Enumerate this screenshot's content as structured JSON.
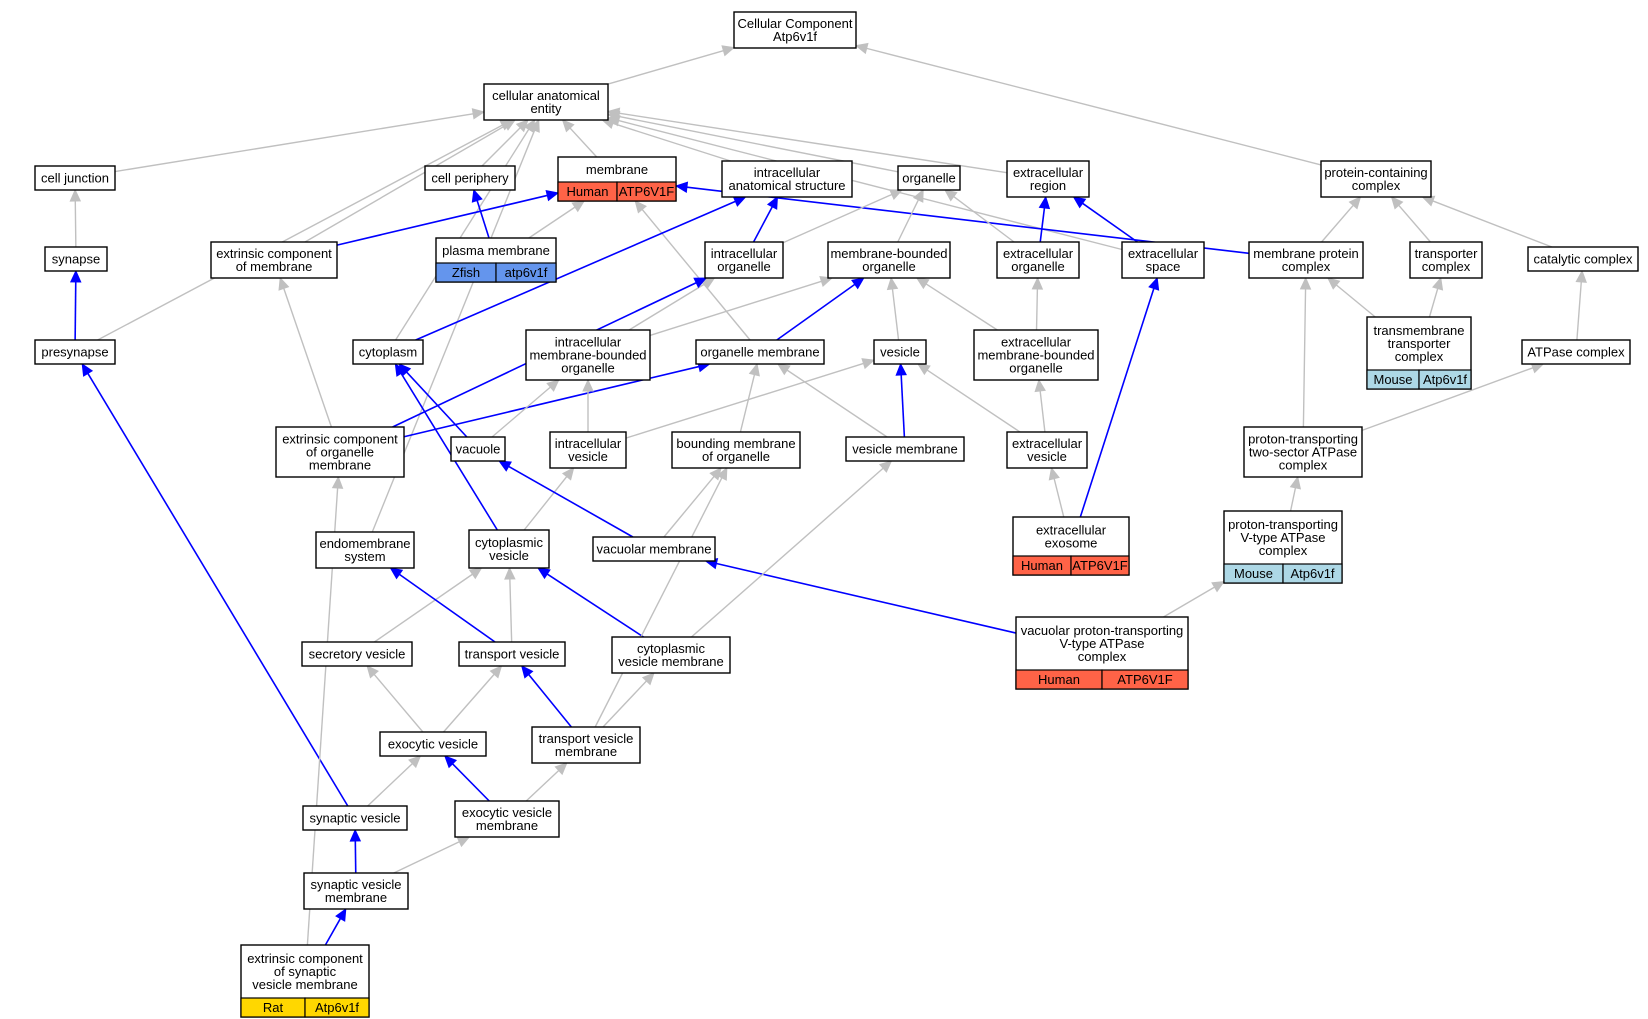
{
  "colors": {
    "gray_edge": "#c0c0c0",
    "blue_edge": "#0000ff",
    "human": "#ff6347",
    "mouse": "#add8e6",
    "zfish": "#6495ed",
    "rat": "#ffd700"
  },
  "nodes": [
    {
      "id": "root",
      "lines": [
        "Cellular Component",
        "Atp6v1f"
      ]
    },
    {
      "id": "cae",
      "lines": [
        "cellular anatomical",
        "entity"
      ]
    },
    {
      "id": "celljunction",
      "lines": [
        "cell junction"
      ]
    },
    {
      "id": "cellperiphery",
      "lines": [
        "cell periphery"
      ]
    },
    {
      "id": "membrane",
      "lines": [
        "membrane"
      ],
      "annot": {
        "left": "Human",
        "right": "ATP6V1F",
        "color": "#ff6347"
      }
    },
    {
      "id": "ias",
      "lines": [
        "intracellular",
        "anatomical structure"
      ]
    },
    {
      "id": "organelle",
      "lines": [
        "organelle"
      ]
    },
    {
      "id": "ecregion",
      "lines": [
        "extracellular",
        "region"
      ]
    },
    {
      "id": "pcc",
      "lines": [
        "protein-containing",
        "complex"
      ]
    },
    {
      "id": "synapse",
      "lines": [
        "synapse"
      ]
    },
    {
      "id": "ecm",
      "lines": [
        "extrinsic component",
        "of membrane"
      ]
    },
    {
      "id": "plasmamem",
      "lines": [
        "plasma membrane"
      ],
      "annot": {
        "left": "Zfish",
        "right": "atp6v1f",
        "color": "#6495ed"
      }
    },
    {
      "id": "intorg",
      "lines": [
        "intracellular",
        "organelle"
      ]
    },
    {
      "id": "mbo",
      "lines": [
        "membrane-bounded",
        "organelle"
      ]
    },
    {
      "id": "ecorg",
      "lines": [
        "extracellular",
        "organelle"
      ]
    },
    {
      "id": "ecspace",
      "lines": [
        "extracellular",
        "space"
      ]
    },
    {
      "id": "mpc",
      "lines": [
        "membrane protein",
        "complex"
      ]
    },
    {
      "id": "transporter",
      "lines": [
        "transporter",
        "complex"
      ]
    },
    {
      "id": "catalytic",
      "lines": [
        "catalytic complex"
      ]
    },
    {
      "id": "tmtc",
      "lines": [
        "transmembrane",
        "transporter",
        "complex"
      ],
      "annot": {
        "left": "Mouse",
        "right": "Atp6v1f",
        "color": "#add8e6"
      }
    },
    {
      "id": "presynapse",
      "lines": [
        "presynapse"
      ]
    },
    {
      "id": "cytoplasm",
      "lines": [
        "cytoplasm"
      ]
    },
    {
      "id": "imbo",
      "lines": [
        "intracellular",
        "membrane-bounded",
        "organelle"
      ]
    },
    {
      "id": "orgmem",
      "lines": [
        "organelle membrane"
      ]
    },
    {
      "id": "vesicle",
      "lines": [
        "vesicle"
      ]
    },
    {
      "id": "embo",
      "lines": [
        "extracellular",
        "membrane-bounded",
        "organelle"
      ]
    },
    {
      "id": "atpase",
      "lines": [
        "ATPase complex"
      ]
    },
    {
      "id": "ecom",
      "lines": [
        "extrinsic component",
        "of organelle",
        "membrane"
      ]
    },
    {
      "id": "vacuole",
      "lines": [
        "vacuole"
      ]
    },
    {
      "id": "intves",
      "lines": [
        "intracellular",
        "vesicle"
      ]
    },
    {
      "id": "bmo",
      "lines": [
        "bounding membrane",
        "of organelle"
      ]
    },
    {
      "id": "vesmem",
      "lines": [
        "vesicle membrane"
      ]
    },
    {
      "id": "ecves",
      "lines": [
        "extracellular",
        "vesicle"
      ]
    },
    {
      "id": "pttatp",
      "lines": [
        "proton-transporting",
        "two-sector ATPase",
        "complex"
      ]
    },
    {
      "id": "exosome",
      "lines": [
        "extracellular",
        "exosome"
      ],
      "annot": {
        "left": "Human",
        "right": "ATP6V1F",
        "color": "#ff6347"
      }
    },
    {
      "id": "pvatp",
      "lines": [
        "proton-transporting",
        "V-type ATPase",
        "complex"
      ],
      "annot": {
        "left": "Mouse",
        "right": "Atp6v1f",
        "color": "#add8e6"
      }
    },
    {
      "id": "endomem",
      "lines": [
        "endomembrane",
        "system"
      ]
    },
    {
      "id": "cytves",
      "lines": [
        "cytoplasmic",
        "vesicle"
      ]
    },
    {
      "id": "vacmem",
      "lines": [
        "vacuolar membrane"
      ]
    },
    {
      "id": "vptatp",
      "lines": [
        "vacuolar proton-transporting",
        "V-type ATPase",
        "complex"
      ],
      "annot": {
        "left": "Human",
        "right": "ATP6V1F",
        "color": "#ff6347"
      }
    },
    {
      "id": "secves",
      "lines": [
        "secretory vesicle"
      ]
    },
    {
      "id": "transves",
      "lines": [
        "transport vesicle"
      ]
    },
    {
      "id": "cvm",
      "lines": [
        "cytoplasmic",
        "vesicle membrane"
      ]
    },
    {
      "id": "exoves",
      "lines": [
        "exocytic vesicle"
      ]
    },
    {
      "id": "tvm",
      "lines": [
        "transport vesicle",
        "membrane"
      ]
    },
    {
      "id": "synves",
      "lines": [
        "synaptic vesicle"
      ]
    },
    {
      "id": "evm",
      "lines": [
        "exocytic vesicle",
        "membrane"
      ]
    },
    {
      "id": "svm",
      "lines": [
        "synaptic vesicle",
        "membrane"
      ]
    },
    {
      "id": "ecsvm",
      "lines": [
        "extrinsic component",
        "of synaptic",
        "vesicle membrane"
      ],
      "annot": {
        "left": "Rat",
        "right": "Atp6v1f",
        "color": "#ffd700"
      }
    }
  ],
  "edges": [
    {
      "from": "cae",
      "to": "root",
      "type": "gray"
    },
    {
      "from": "pcc",
      "to": "root",
      "type": "gray"
    },
    {
      "from": "celljunction",
      "to": "cae",
      "type": "gray"
    },
    {
      "from": "cellperiphery",
      "to": "cae",
      "type": "gray"
    },
    {
      "from": "membrane",
      "to": "cae",
      "type": "gray"
    },
    {
      "from": "ias",
      "to": "cae",
      "type": "gray"
    },
    {
      "from": "organelle",
      "to": "cae",
      "type": "gray"
    },
    {
      "from": "ecregion",
      "to": "cae",
      "type": "gray"
    },
    {
      "from": "ecm",
      "to": "cae",
      "type": "gray"
    },
    {
      "from": "cytoplasm",
      "to": "cae",
      "type": "gray"
    },
    {
      "from": "ecspace",
      "to": "cae",
      "type": "gray"
    },
    {
      "from": "presynapse",
      "to": "cae",
      "type": "gray"
    },
    {
      "from": "endomem",
      "to": "cae",
      "type": "gray"
    },
    {
      "from": "synapse",
      "to": "celljunction",
      "type": "gray"
    },
    {
      "from": "plasmamem",
      "to": "cellperiphery",
      "type": "blue"
    },
    {
      "from": "plasmamem",
      "to": "membrane",
      "type": "gray"
    },
    {
      "from": "ecm",
      "to": "membrane",
      "type": "blue"
    },
    {
      "from": "mpc",
      "to": "membrane",
      "type": "blue"
    },
    {
      "from": "orgmem",
      "to": "membrane",
      "type": "gray"
    },
    {
      "from": "intorg",
      "to": "ias",
      "type": "blue"
    },
    {
      "from": "cytoplasm",
      "to": "ias",
      "type": "blue"
    },
    {
      "from": "intorg",
      "to": "organelle",
      "type": "gray"
    },
    {
      "from": "mbo",
      "to": "organelle",
      "type": "gray"
    },
    {
      "from": "ecorg",
      "to": "organelle",
      "type": "gray"
    },
    {
      "from": "ecorg",
      "to": "ecregion",
      "type": "blue"
    },
    {
      "from": "ecspace",
      "to": "ecregion",
      "type": "blue"
    },
    {
      "from": "mpc",
      "to": "pcc",
      "type": "gray"
    },
    {
      "from": "transporter",
      "to": "pcc",
      "type": "gray"
    },
    {
      "from": "catalytic",
      "to": "pcc",
      "type": "gray"
    },
    {
      "from": "presynapse",
      "to": "synapse",
      "type": "blue"
    },
    {
      "from": "tmtc",
      "to": "transporter",
      "type": "gray"
    },
    {
      "from": "tmtc",
      "to": "mpc",
      "type": "gray"
    },
    {
      "from": "imbo",
      "to": "intorg",
      "type": "gray"
    },
    {
      "from": "ecom",
      "to": "intorg",
      "type": "blue"
    },
    {
      "from": "imbo",
      "to": "mbo",
      "type": "gray"
    },
    {
      "from": "orgmem",
      "to": "mbo",
      "type": "blue"
    },
    {
      "from": "vesicle",
      "to": "mbo",
      "type": "gray"
    },
    {
      "from": "embo",
      "to": "mbo",
      "type": "gray"
    },
    {
      "from": "embo",
      "to": "ecorg",
      "type": "gray"
    },
    {
      "from": "exosome",
      "to": "ecspace",
      "type": "blue"
    },
    {
      "from": "atpase",
      "to": "catalytic",
      "type": "gray"
    },
    {
      "from": "pttatp",
      "to": "mpc",
      "type": "gray"
    },
    {
      "from": "pttatp",
      "to": "atpase",
      "type": "gray"
    },
    {
      "from": "ecom",
      "to": "ecm",
      "type": "gray"
    },
    {
      "from": "ecom",
      "to": "orgmem",
      "type": "blue"
    },
    {
      "from": "vacuole",
      "to": "cytoplasm",
      "type": "blue"
    },
    {
      "from": "vacuole",
      "to": "imbo",
      "type": "gray"
    },
    {
      "from": "intves",
      "to": "imbo",
      "type": "gray"
    },
    {
      "from": "intves",
      "to": "vesicle",
      "type": "gray"
    },
    {
      "from": "bmo",
      "to": "orgmem",
      "type": "gray"
    },
    {
      "from": "vesmem",
      "to": "orgmem",
      "type": "gray"
    },
    {
      "from": "vesmem",
      "to": "vesicle",
      "type": "blue"
    },
    {
      "from": "ecves",
      "to": "vesicle",
      "type": "gray"
    },
    {
      "from": "ecves",
      "to": "embo",
      "type": "gray"
    },
    {
      "from": "exosome",
      "to": "ecves",
      "type": "gray"
    },
    {
      "from": "pvatp",
      "to": "pttatp",
      "type": "gray"
    },
    {
      "from": "cytves",
      "to": "cytoplasm",
      "type": "blue"
    },
    {
      "from": "cytves",
      "to": "intves",
      "type": "gray"
    },
    {
      "from": "vacmem",
      "to": "vacuole",
      "type": "blue"
    },
    {
      "from": "vacmem",
      "to": "bmo",
      "type": "gray"
    },
    {
      "from": "vptatp",
      "to": "vacmem",
      "type": "blue"
    },
    {
      "from": "vptatp",
      "to": "pvatp",
      "type": "gray"
    },
    {
      "from": "secves",
      "to": "cytves",
      "type": "gray"
    },
    {
      "from": "transves",
      "to": "cytves",
      "type": "gray"
    },
    {
      "from": "transves",
      "to": "endomem",
      "type": "blue"
    },
    {
      "from": "cvm",
      "to": "cytves",
      "type": "blue"
    },
    {
      "from": "cvm",
      "to": "vesmem",
      "type": "gray"
    },
    {
      "from": "exoves",
      "to": "secves",
      "type": "gray"
    },
    {
      "from": "exoves",
      "to": "transves",
      "type": "gray"
    },
    {
      "from": "tvm",
      "to": "transves",
      "type": "blue"
    },
    {
      "from": "tvm",
      "to": "cvm",
      "type": "gray"
    },
    {
      "from": "tvm",
      "to": "bmo",
      "type": "gray"
    },
    {
      "from": "synves",
      "to": "exoves",
      "type": "gray"
    },
    {
      "from": "synves",
      "to": "presynapse",
      "type": "blue"
    },
    {
      "from": "evm",
      "to": "exoves",
      "type": "blue"
    },
    {
      "from": "evm",
      "to": "tvm",
      "type": "gray"
    },
    {
      "from": "svm",
      "to": "synves",
      "type": "blue"
    },
    {
      "from": "svm",
      "to": "evm",
      "type": "gray"
    },
    {
      "from": "ecsvm",
      "to": "svm",
      "type": "blue"
    },
    {
      "from": "ecsvm",
      "to": "ecom",
      "type": "gray"
    }
  ]
}
